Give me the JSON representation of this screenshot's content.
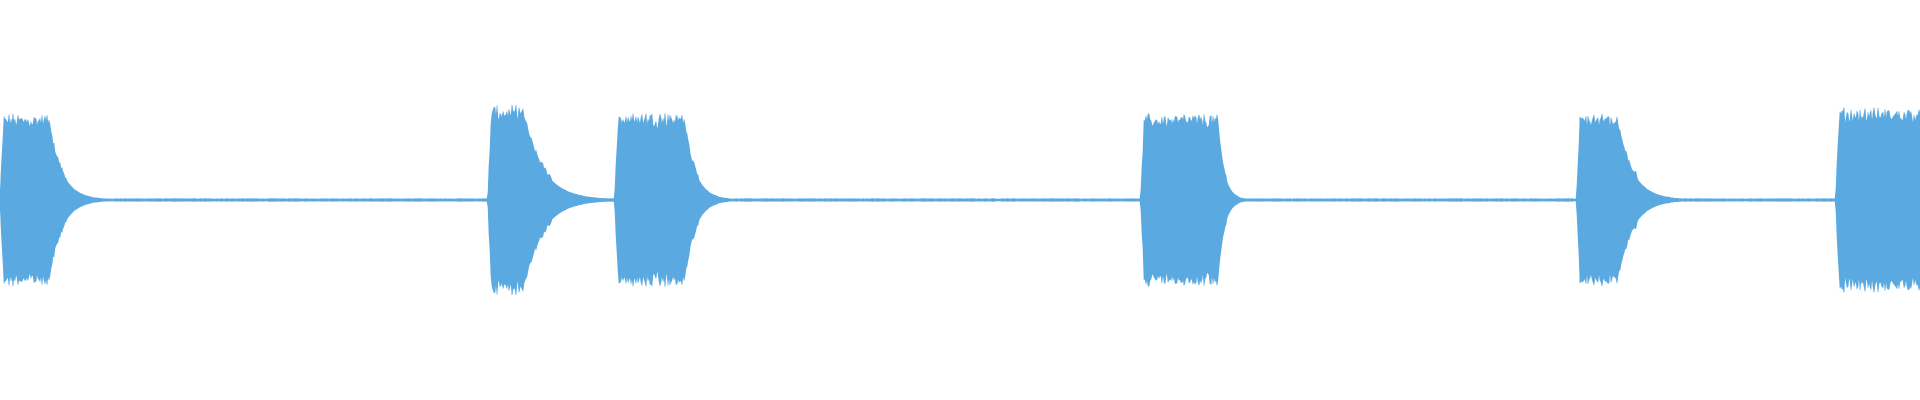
{
  "waveform": {
    "color": "#5aa9e0",
    "background": "#ffffff",
    "baseline_amplitude": 0.01,
    "duration": 1.0,
    "bursts": [
      {
        "start": 0.0,
        "end": 0.025,
        "amplitude": 0.82,
        "tail_decay": 0.012
      },
      {
        "start": 0.254,
        "end": 0.272,
        "amplitude": 0.9,
        "tail_decay": 0.018
      },
      {
        "start": 0.32,
        "end": 0.356,
        "amplitude": 0.84,
        "tail_decay": 0.01
      },
      {
        "start": 0.594,
        "end": 0.634,
        "amplitude": 0.82,
        "tail_decay": 0.006
      },
      {
        "start": 0.821,
        "end": 0.842,
        "amplitude": 0.82,
        "tail_decay": 0.014
      },
      {
        "start": 0.956,
        "end": 1.0,
        "amplitude": 0.88,
        "tail_decay": 0.0
      }
    ]
  }
}
